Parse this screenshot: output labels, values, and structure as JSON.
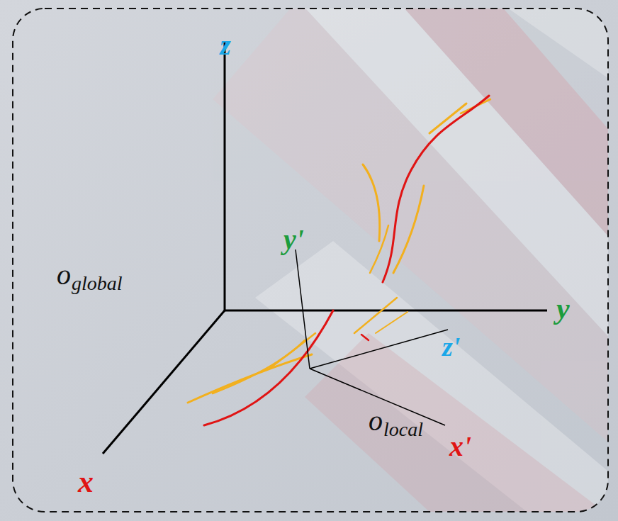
{
  "diagram": {
    "labels": [
      "z",
      "o",
      "global",
      "y'",
      "y",
      "z'",
      "o",
      "local",
      "x'",
      "x"
    ]
  }
}
